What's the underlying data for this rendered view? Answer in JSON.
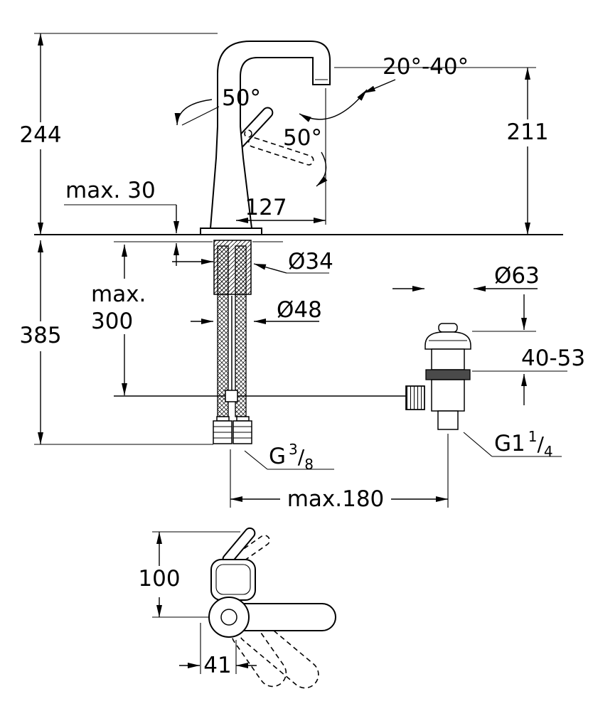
{
  "drawing": {
    "type": "faucet-installation-dimensional-drawing",
    "labels": {
      "height_total": "244",
      "deck_max": "max. 30",
      "angle_handle_top": "50°",
      "angle_handle_front": "50°",
      "angle_spout": "20°-40°",
      "height_outlet": "211",
      "reach": "127",
      "dia_shank": "Ø34",
      "dia_base": "Ø48",
      "dia_waste": "Ø63",
      "hose_len_1": "max.",
      "hose_len_2": "300",
      "depth_total": "385",
      "waste_range": "40-53",
      "spacing_max": "max.180",
      "top_height": "100",
      "top_offset": "41",
      "thread_hose": {
        "prefix": "G",
        "num": "3",
        "slash": "/",
        "den": "8"
      },
      "thread_waste": {
        "prefix": "G1",
        "num": "1",
        "slash": "/",
        "den": "4"
      }
    }
  }
}
